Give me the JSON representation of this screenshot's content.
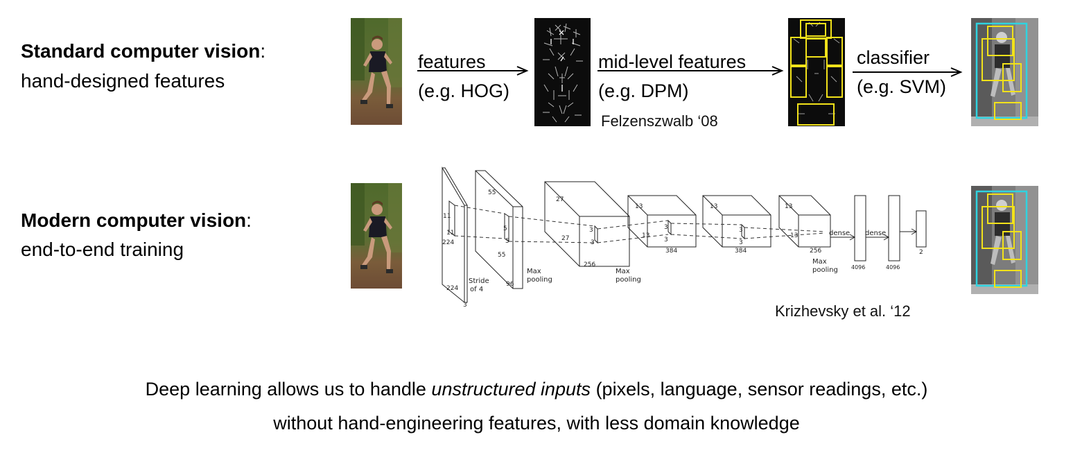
{
  "rows": {
    "standard": {
      "title": "Standard computer vision",
      "suffix": ":",
      "subtitle": "hand-designed features"
    },
    "modern": {
      "title": "Modern computer vision",
      "suffix": ":",
      "subtitle": "end-to-end training"
    }
  },
  "pipeline": {
    "features": {
      "label": "features",
      "example": "(e.g. HOG)"
    },
    "mid_level": {
      "label": "mid-level features",
      "example": "(e.g. DPM)"
    },
    "classifier": {
      "label": "classifier",
      "example": "(e.g. SVM)"
    },
    "citation": "Felzenszwalb ‘08"
  },
  "cnn": {
    "citation": "Krizhevsky et al. ‘12",
    "labels": {
      "input_h": "224",
      "input_w": "224",
      "input_d": "3",
      "k1a": "11",
      "k1b": "11",
      "stride": "Stride",
      "stride2": "of 4",
      "c1_top": "55",
      "c1_side": "55",
      "c1_depth": "96",
      "k2a": "5",
      "k2b": "5",
      "maxpool": "Max",
      "pooling": "pooling",
      "c2_top": "27",
      "c2_side": "27",
      "c2_depth": "256",
      "k3a": "3",
      "k3b": "3",
      "c3_top": "13",
      "c3_side": "13",
      "c3_depth": "384",
      "k4a": "3",
      "k4b": "3",
      "c4_top": "13",
      "c4_depth": "384",
      "k5a": "3",
      "k5b": "3",
      "c5_top": "13",
      "c5_side": "13",
      "c5_depth": "256",
      "dense": "dense",
      "fc1": "4096",
      "fc2": "4096",
      "fc3": "2"
    }
  },
  "summary": {
    "line1_pre": "Deep learning allows us to handle ",
    "line1_em": "unstructured inputs",
    "line1_post": " (pixels, language, sensor readings, etc.)",
    "line2": "without hand-engineering features, with less domain knowledge"
  },
  "colors": {
    "bbox_yellow": "#f2e21a",
    "bbox_cyan": "#2fd3e0",
    "hog_bg": "#0c0c0c"
  }
}
